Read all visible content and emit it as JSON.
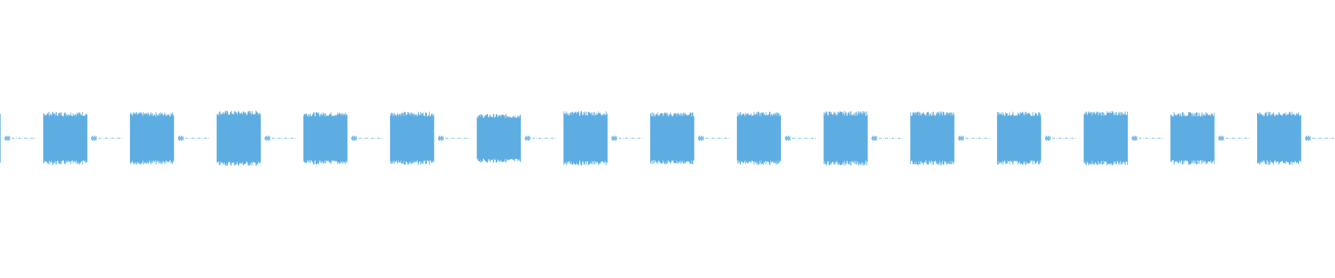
{
  "waveform": {
    "color": "#5dade2",
    "background": "#ffffff",
    "bursts": [
      {
        "amplitude": 0.92
      },
      {
        "amplitude": 0.96
      },
      {
        "amplitude": 0.95
      },
      {
        "amplitude": 1.0
      },
      {
        "amplitude": 0.95
      },
      {
        "amplitude": 0.96
      },
      {
        "amplitude": 0.88
      },
      {
        "amplitude": 0.98
      },
      {
        "amplitude": 0.94
      },
      {
        "amplitude": 0.96
      },
      {
        "amplitude": 0.98
      },
      {
        "amplitude": 0.97
      },
      {
        "amplitude": 0.96
      },
      {
        "amplitude": 0.98
      },
      {
        "amplitude": 0.95
      },
      {
        "amplitude": 0.96
      }
    ]
  }
}
